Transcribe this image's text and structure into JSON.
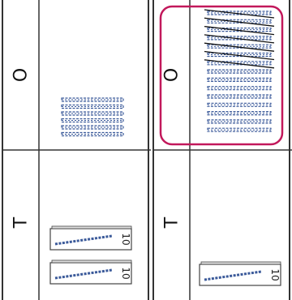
{
  "panels": [
    {
      "ones_label": "O",
      "tens_label": "T",
      "ones_units": 30,
      "ones_crossed": 0,
      "tens_rods": 2,
      "rod_value": "10",
      "highlighted": false
    },
    {
      "ones_label": "O",
      "tens_label": "T",
      "ones_units": 30,
      "ones_crossed": 10,
      "tens_rods": 1,
      "rod_value": "10",
      "highlighted": true
    }
  ],
  "colors": {
    "unit_blue": "#3b5a9a",
    "highlight": "#c2185b",
    "line": "#333333"
  },
  "icons": [
    "unit-cube-icon",
    "ten-rod-icon"
  ]
}
